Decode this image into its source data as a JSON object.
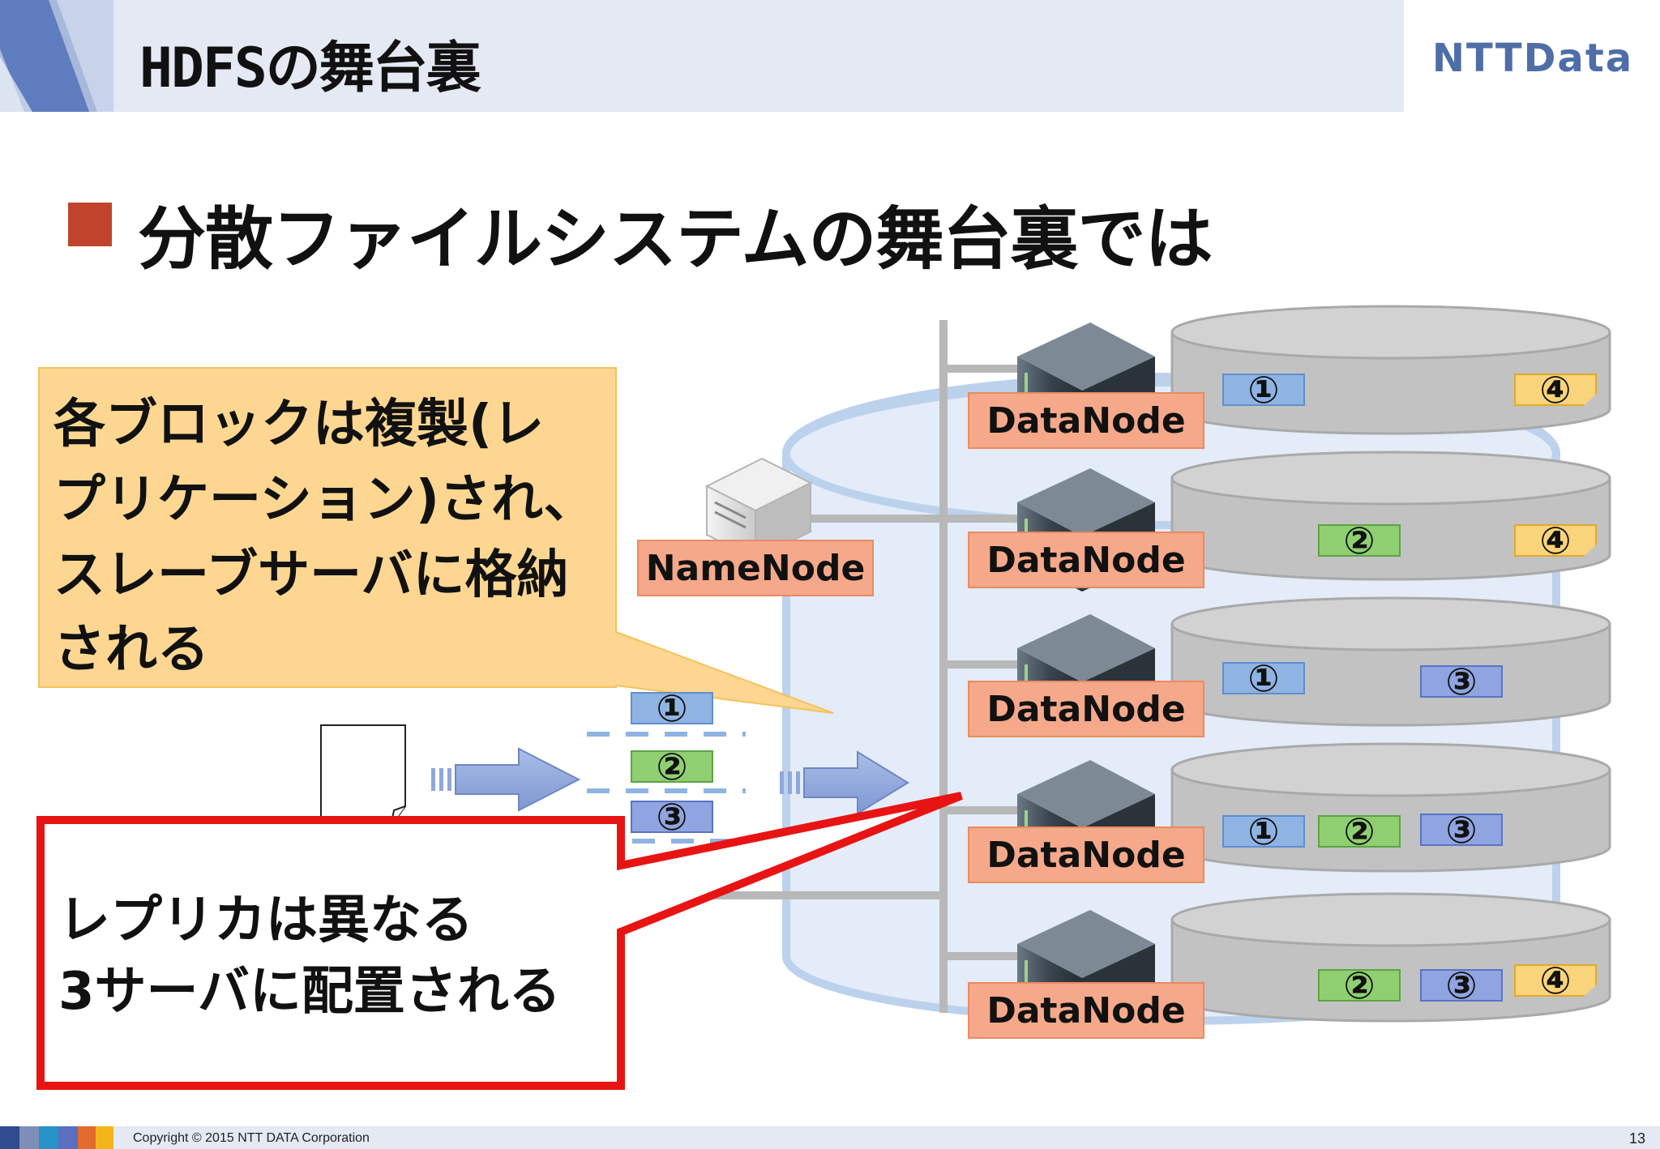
{
  "header": {
    "title": "HDFSの舞台裏",
    "logo": "NTTData"
  },
  "subtitle": "分散ファイルシステムの舞台裏では",
  "namenode": {
    "label": "NameNode"
  },
  "datanodes": [
    {
      "label": "DataNode",
      "blocks": [
        "①",
        "④"
      ]
    },
    {
      "label": "DataNode",
      "blocks": [
        "②",
        "④"
      ]
    },
    {
      "label": "DataNode",
      "blocks": [
        "①",
        "③"
      ]
    },
    {
      "label": "DataNode",
      "blocks": [
        "①",
        "②",
        "③"
      ]
    },
    {
      "label": "DataNode",
      "blocks": [
        "②",
        "③",
        "④"
      ]
    }
  ],
  "split_blocks": [
    "①",
    "②",
    "③"
  ],
  "callouts": {
    "replication_lines": [
      "各ブロックは複製(レ",
      "プリケーション)され、",
      "スレーブサーバに格納",
      "される"
    ],
    "placement_lines": [
      "レプリカは異なる",
      "3サーバに配置される"
    ]
  },
  "colors": {
    "accent_red": "#e81414",
    "callout_yellow": "#fdd791",
    "node_orange": "#f5a98a",
    "bullet": "#c0442c",
    "logo_blue": "#4f6ea8"
  },
  "footer": {
    "copyright": "Copyright © 2015 NTT DATA Corporation",
    "page": "13"
  }
}
